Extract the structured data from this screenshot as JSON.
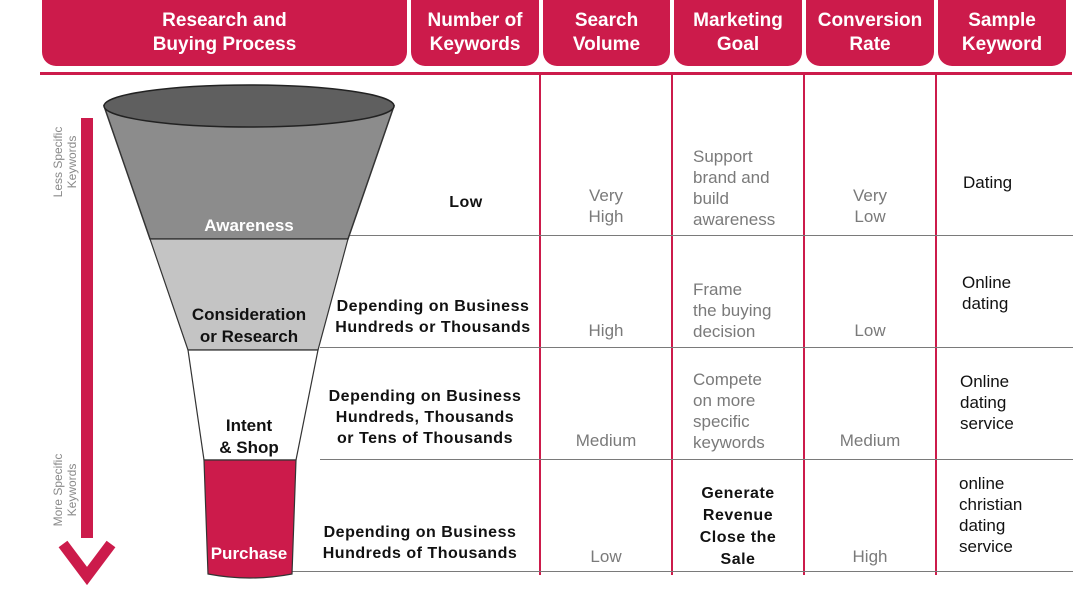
{
  "header": {
    "columns": [
      {
        "label": "Research and\nBuying Process"
      },
      {
        "label": "Number of\nKeywords"
      },
      {
        "label": "Search\nVolume"
      },
      {
        "label": "Marketing\nGoal"
      },
      {
        "label": "Conversion\nRate"
      },
      {
        "label": "Sample\nKeyword"
      }
    ]
  },
  "side_labels": {
    "top": "Less Specific\nKeywords",
    "bottom": "More Specific\nKeywords"
  },
  "colors": {
    "accent": "#cc1b4b",
    "funnel_awareness": "#8c8c8c",
    "funnel_consideration": "#c4c4c4",
    "funnel_intent": "#ffffff",
    "funnel_purchase": "#cc1b4b"
  },
  "rows": [
    {
      "stage": "Awareness",
      "keywords": "Low",
      "volume": "Very\nHigh",
      "goal": "Support\nbrand and\nbuild\nawareness",
      "conversion": "Very\nLow",
      "sample": "Dating"
    },
    {
      "stage": "Consideration\nor Research",
      "keywords": "Depending on Business\nHundreds or Thousands",
      "volume": "High",
      "goal": "Frame\nthe buying\ndecision",
      "conversion": "Low",
      "sample": "Online\ndating"
    },
    {
      "stage": "Intent\n& Shop",
      "keywords": "Depending on Business\nHundreds, Thousands\nor Tens of Thousands",
      "volume": "Medium",
      "goal": "Compete\non more\nspecific\nkeywords",
      "conversion": "Medium",
      "sample": "Online\ndating\nservice"
    },
    {
      "stage": "Purchase",
      "keywords": "Depending on Business\nHundreds of Thousands",
      "volume": "Low",
      "goal": "Generate\nRevenue\nClose the\nSale",
      "conversion": "High",
      "sample": "online\nchristian\ndating\nservice"
    }
  ]
}
